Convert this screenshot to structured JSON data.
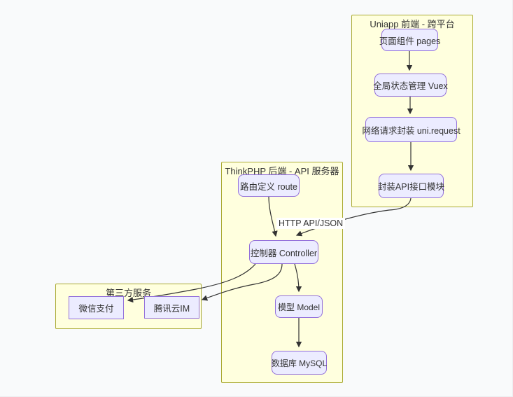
{
  "diagram": {
    "type": "flowchart",
    "groups": [
      {
        "id": "uniapp",
        "title": "Uniapp 前端 - 跨平台"
      },
      {
        "id": "thinkphp",
        "title": "ThinkPHP 后端 - API 服务器"
      },
      {
        "id": "thirdparty",
        "title": "第三方服务"
      }
    ],
    "nodes": [
      {
        "id": "pages",
        "label": "页面组件 pages",
        "group": "uniapp"
      },
      {
        "id": "vuex",
        "label": "全局状态管理 Vuex",
        "group": "uniapp"
      },
      {
        "id": "unirequest",
        "label": "网络请求封装 uni.request",
        "group": "uniapp"
      },
      {
        "id": "apimodule",
        "label": "封装API接口模块",
        "group": "uniapp"
      },
      {
        "id": "route",
        "label": "路由定义 route",
        "group": "thinkphp"
      },
      {
        "id": "controller",
        "label": "控制器 Controller",
        "group": "thinkphp"
      },
      {
        "id": "model",
        "label": "模型 Model",
        "group": "thinkphp"
      },
      {
        "id": "mysql",
        "label": "数据库 MySQL",
        "group": "thinkphp"
      },
      {
        "id": "wechatpay",
        "label": "微信支付",
        "group": "thirdparty"
      },
      {
        "id": "tencentim",
        "label": "腾讯云IM",
        "group": "thirdparty"
      }
    ],
    "edges": [
      {
        "from": "pages",
        "to": "vuex",
        "label": ""
      },
      {
        "from": "vuex",
        "to": "unirequest",
        "label": ""
      },
      {
        "from": "unirequest",
        "to": "apimodule",
        "label": ""
      },
      {
        "from": "apimodule",
        "to": "controller",
        "label": "HTTP API/JSON"
      },
      {
        "from": "route",
        "to": "controller",
        "label": ""
      },
      {
        "from": "controller",
        "to": "model",
        "label": ""
      },
      {
        "from": "controller",
        "to": "wechatpay",
        "label": ""
      },
      {
        "from": "controller",
        "to": "tencentim",
        "label": ""
      },
      {
        "from": "model",
        "to": "mysql",
        "label": ""
      }
    ],
    "colors": {
      "node_fill": "#ECECFF",
      "node_border": "#9370DB",
      "group_fill": "#ffffde",
      "group_border": "#aaaa33",
      "edge": "#333333",
      "text": "#333333",
      "background": "#f9fafb"
    }
  }
}
